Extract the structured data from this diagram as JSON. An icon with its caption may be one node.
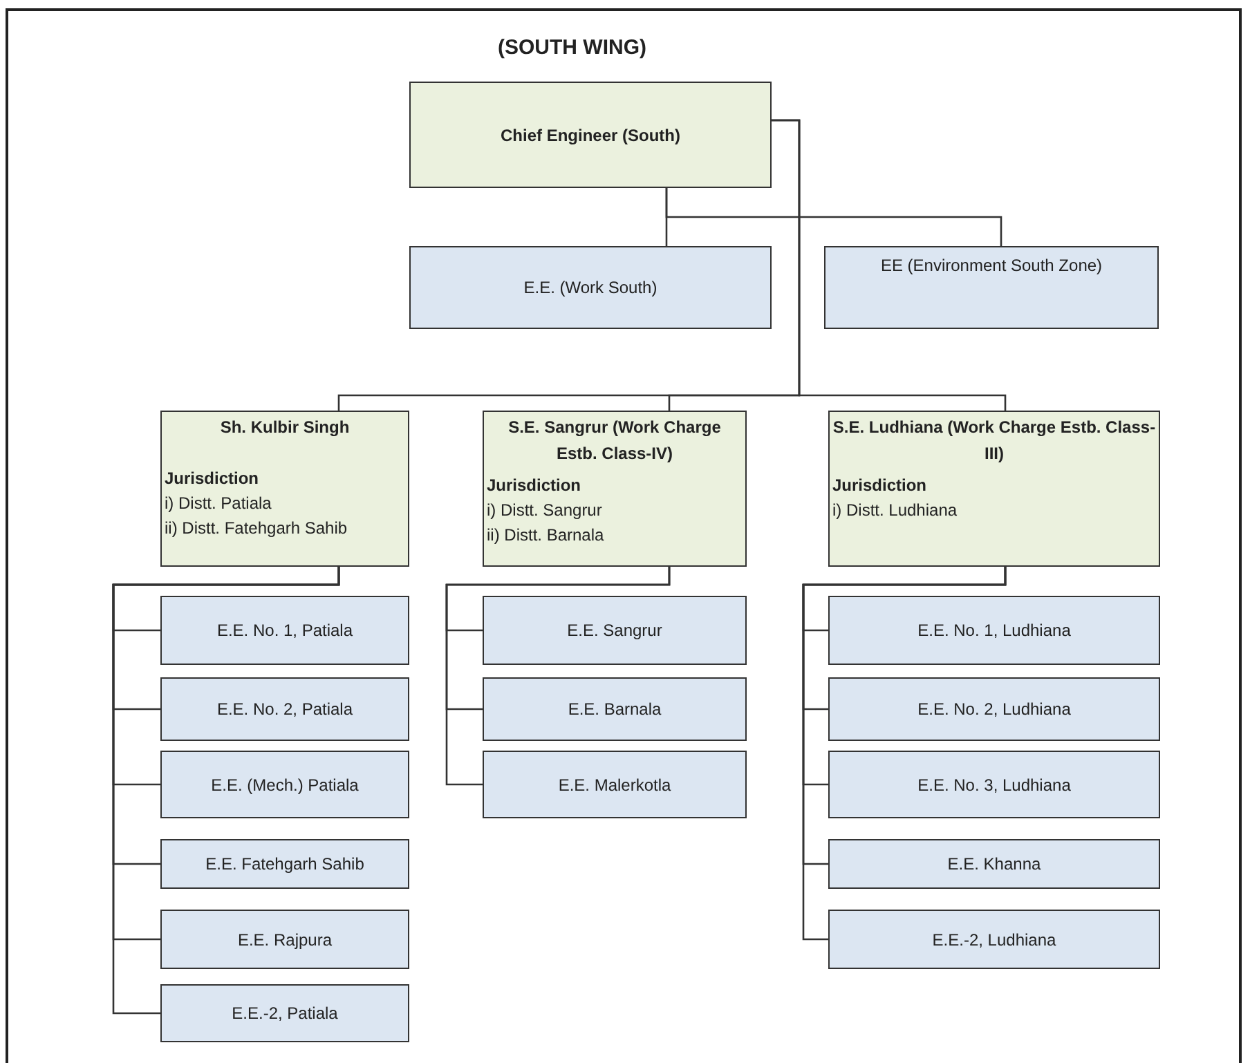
{
  "diagram": {
    "title": "(SOUTH WING)",
    "nodes": [
      {
        "text": [
          "Chief Engineer (South)"
        ]
      },
      {
        "text": [
          "E.E. (Work South)"
        ]
      },
      {
        "text": [
          "EE (Environment South Zone)"
        ]
      },
      {
        "text": [
          "Sh. Kulbir Singh",
          "Jurisdiction",
          "i) Distt. Patiala",
          "ii) Distt. Fatehgarh Sahib"
        ]
      },
      {
        "text": [
          "S.E. Sangrur (Work Charge Estb. Class-IV)",
          "Jurisdiction",
          "i) Distt. Sangrur",
          "ii) Distt. Barnala"
        ]
      },
      {
        "text": [
          "S.E. Ludhiana (Work Charge Estb. Class-III)",
          "Jurisdiction",
          "i) Distt. Ludhiana"
        ]
      },
      {
        "text": [
          "E.E. No. 1, Patiala"
        ]
      },
      {
        "text": [
          "E.E. No. 2, Patiala"
        ]
      },
      {
        "text": [
          "E.E. (Mech.) Patiala"
        ]
      },
      {
        "text": [
          "E.E. Fatehgarh Sahib"
        ]
      },
      {
        "text": [
          "E.E. Rajpura"
        ]
      },
      {
        "text": [
          "E.E.-2, Patiala"
        ]
      },
      {
        "text": [
          "E.E. Sangrur"
        ]
      },
      {
        "text": [
          "E.E. Barnala"
        ]
      },
      {
        "text": [
          "E.E. Malerkotla"
        ]
      },
      {
        "text": [
          "E.E. No. 1, Ludhiana"
        ]
      },
      {
        "text": [
          "E.E. No. 2, Ludhiana"
        ]
      },
      {
        "text": [
          "E.E. No. 3, Ludhiana"
        ]
      },
      {
        "text": [
          "E.E.  Khanna"
        ]
      },
      {
        "text": [
          "E.E.-2, Ludhiana"
        ]
      }
    ],
    "edges": [
      {
        "from": 0,
        "to": 1,
        "arrow": "none"
      },
      {
        "from": 0,
        "to": 2,
        "arrow": "none"
      },
      {
        "from": 0,
        "to": 3,
        "arrow": "none"
      },
      {
        "from": 0,
        "to": 4,
        "arrow": "none"
      },
      {
        "from": 0,
        "to": 5,
        "arrow": "none"
      },
      {
        "from": 3,
        "to": 6,
        "arrow": "none"
      },
      {
        "from": 3,
        "to": 7,
        "arrow": "none"
      },
      {
        "from": 3,
        "to": 8,
        "arrow": "none"
      },
      {
        "from": 3,
        "to": 9,
        "arrow": "none"
      },
      {
        "from": 3,
        "to": 10,
        "arrow": "none"
      },
      {
        "from": 3,
        "to": 11,
        "arrow": "none"
      },
      {
        "from": 4,
        "to": 12,
        "arrow": "none"
      },
      {
        "from": 4,
        "to": 13,
        "arrow": "none"
      },
      {
        "from": 4,
        "to": 14,
        "arrow": "none"
      },
      {
        "from": 5,
        "to": 15,
        "arrow": "none"
      },
      {
        "from": 5,
        "to": 16,
        "arrow": "none"
      },
      {
        "from": 5,
        "to": 17,
        "arrow": "none"
      },
      {
        "from": 5,
        "to": 18,
        "arrow": "none"
      },
      {
        "from": 5,
        "to": 19,
        "arrow": "none"
      }
    ]
  }
}
